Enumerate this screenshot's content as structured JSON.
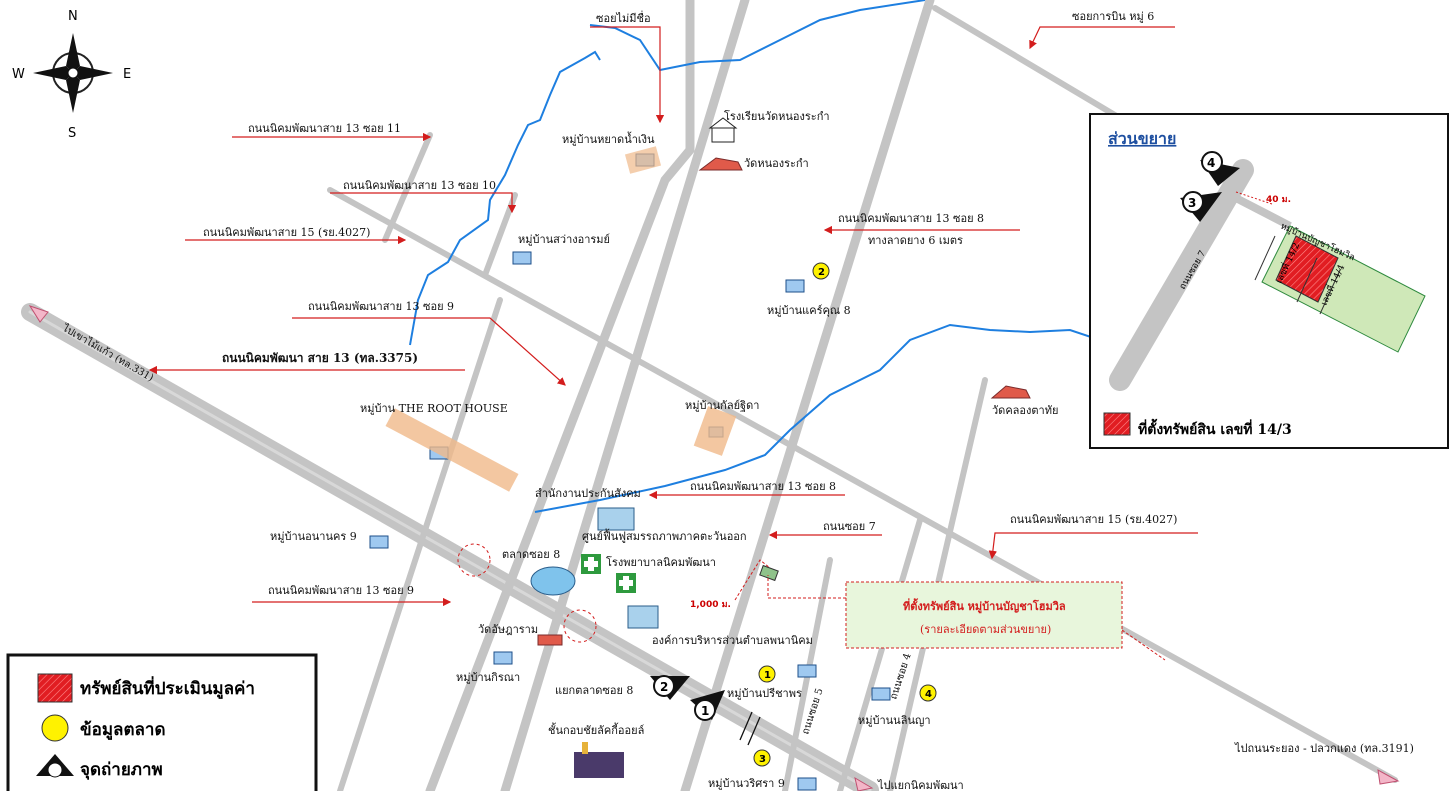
{
  "compass": {
    "n": "N",
    "s": "S",
    "e": "E",
    "w": "W"
  },
  "labels": {
    "soi_mai_mi_chue": "ซอยไม่มีชื่อ",
    "soi_kan_bin": "ซอยการบิน หมู่ 6",
    "road13_soi11": "ถนนนิคมพัฒนาสาย 13 ซอย 11",
    "road13_soi10": "ถนนนิคมพัฒนาสาย 13 ซอย 10",
    "road15_4027_top": "ถนนนิคมพัฒนาสาย 15 (รย.4027)",
    "road13_soi9_top": "ถนนนิคมพัฒนาสาย 13 ซอย 9",
    "road13_3375": "ถนนนิคมพัฒนา สาย 13 (ทล.3375)",
    "to_khao_mai_kaeo": "ไปเขาไม้แก้ว (ทล.331)",
    "road13_soi8_top": "ถนนนิคมพัฒนาสาย 13 ซอย 8",
    "asphalt_6m": "ทางลาดยาง 6 เมตร",
    "road13_soi8_mid": "ถนนนิคมพัฒนาสาย 13 ซอย 8",
    "road_soi7": "ถนนซอย 7",
    "road15_4027_right": "ถนนนิคมพัฒนาสาย 15 (รย.4027)",
    "road13_soi9_left": "ถนนนิคมพัฒนาสาย 13 ซอย 9",
    "road_soi5": "ถนนซอย 5",
    "road_soi4": "ถนนซอย 4",
    "to_rayong": "ไปถนนระยอง - ปลวกแดง (ทล.3191)",
    "to_yaek": "ไปแยกนิคมพัฒนา",
    "dist_1000": "1,000 ม.",
    "dist_40": "40 ม."
  },
  "places": {
    "school": "โรงเรียนวัดหนองระกำ",
    "wat_nong_rakam": "วัดหนองระกำ",
    "ban_hayad": "หมู่บ้านหยาดน้ำเงิน",
    "ban_sawang": "หมู่บ้านสว่างอารมย์",
    "ban_care": "หมู่บ้านแคร์คุณ 8",
    "ban_root": "หมู่บ้าน THE ROOT HOUSE",
    "ban_kanlaya": "หมู่บ้านกัลย์ฐิดา",
    "wat_khlong": "วัดคลองตาทัย",
    "social_security": "สำนักงานประกันสังคม",
    "rehab_center": "ศูนย์ฟื้นฟูสมรรถภาพภาคตะวันออก",
    "hospital": "โรงพยาบาลนิคมพัฒนา",
    "market_soi8": "ตลาดซอย 8",
    "ban_anankhon": "หมู่บ้านอนานคร 9",
    "wat_anyaram": "วัดอัษฎาราม",
    "tambon_org": "องค์การบริหารส่วนตำบลพนานิคม",
    "ban_krina": "หมู่บ้านกิรณา",
    "yaek_market": "แยกตลาดซอย 8",
    "ban_pritaporn": "หมู่บ้านปรีชาพร",
    "ban_nalinya": "หมู่บ้านนลินญา",
    "ban_worisara": "หมู่บ้านวริศรา 9",
    "shop": "ชั้นกอบชัยลัคกี้ออยล์"
  },
  "callout": {
    "line1": "ที่ตั้งทรัพย์สิน หมู่บ้านบัญชาโฮมวิล",
    "line2": "(รายละเอียดตามส่วนขยาย)"
  },
  "inset": {
    "title": "ส่วนขยาย",
    "road_label": "ถนนซอย 7",
    "lot_142": "เลขที่ 14/2",
    "lot_144": "เลขที่ 14/4",
    "village_label": "หมู่บ้านบัญชาโฮมวิล",
    "legend_text": "ที่ตั้งทรัพย์สิน เลขที่ 14/3"
  },
  "markers": {
    "m1": "1",
    "m2": "2",
    "m3": "3",
    "m4": "4"
  },
  "legend": {
    "assessed": "ทรัพย์สินที่ประเมินมูลค่า",
    "market": "ข้อมูลตลาด",
    "photo": "จุดถ่ายภาพ"
  },
  "colors": {
    "road": "#c8c8c8",
    "river": "#1e7fe0",
    "callout": "#e0201e",
    "property": "#e11d22",
    "park": "#cfe8b8"
  }
}
